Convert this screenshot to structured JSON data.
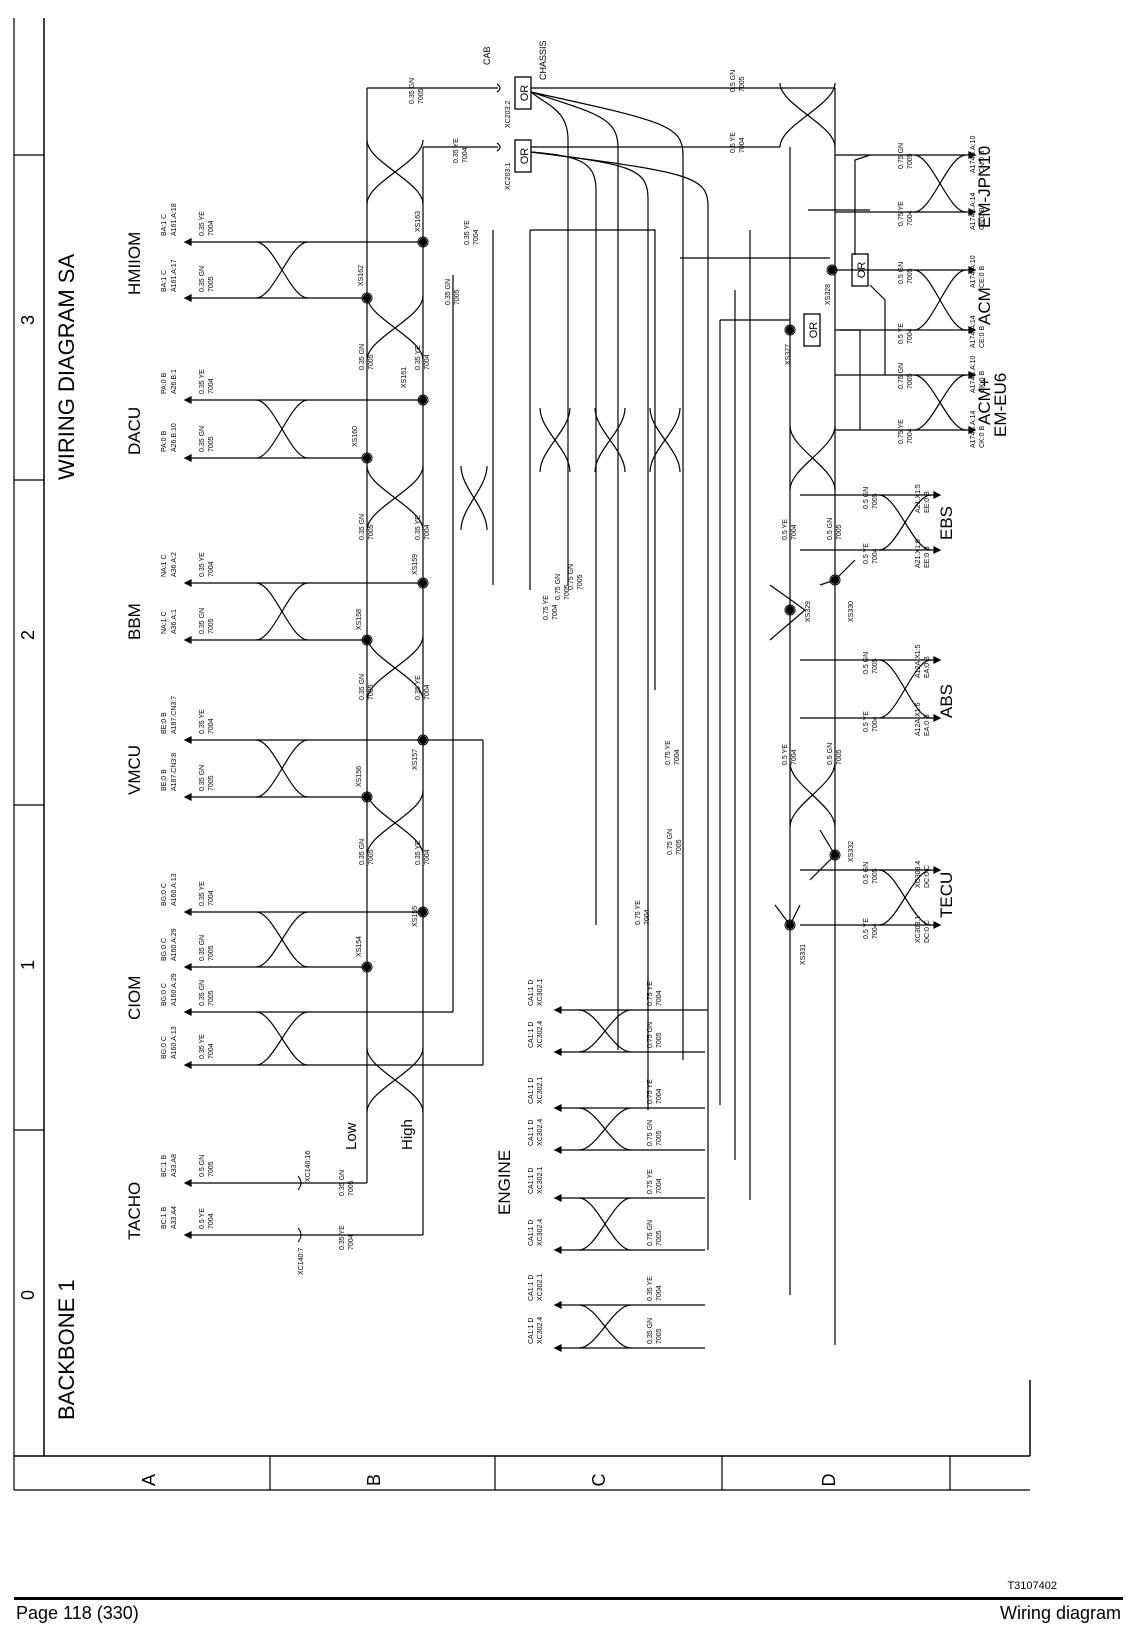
{
  "page": {
    "diagram_title": "WIRING DIAGRAM SA",
    "backbone_title": "BACKBONE 1",
    "figure_code": "T3107402",
    "footer_left": "Page 118 (330)",
    "footer_right": "Wiring diagram"
  },
  "grid": {
    "columns": [
      "0",
      "1",
      "2",
      "3"
    ],
    "rows": [
      "A",
      "B",
      "C",
      "D"
    ]
  },
  "labels": {
    "cab": "CAB",
    "chassis": "CHASSIS",
    "low": "Low",
    "high": "High",
    "xc203_2": "XC203:2",
    "xc203_1": "XC203:1",
    "or": "OR",
    "w_035gn_top": "0.35 GN",
    "w_7005_top": "7005",
    "w_035ye_top": "0.35 YE",
    "w_7004_top": "7004",
    "w_05gn_top": "0.5 GN",
    "w_05ye_top": "0.5 YE"
  },
  "ecus": [
    {
      "name": "HMIIOM",
      "pins": [
        {
          "conn": "BA:1 C",
          "pin": "A161.A:17",
          "wire": "0.35 GN",
          "code": "7005"
        },
        {
          "conn": "BA:1 C",
          "pin": "A161.A:18",
          "wire": "0.35 YE",
          "code": "7004"
        }
      ]
    },
    {
      "name": "DACU",
      "pins": [
        {
          "conn": "PA:0 B",
          "pin": "A26.B:10",
          "wire": "0.35 GN",
          "code": "7005"
        },
        {
          "conn": "PA:0 B",
          "pin": "A26.B:1",
          "wire": "0.35 YE",
          "code": "7004"
        }
      ]
    },
    {
      "name": "BBM",
      "pins": [
        {
          "conn": "NA:1 C",
          "pin": "A36.A:1",
          "wire": "0.35 GN",
          "code": "7005"
        },
        {
          "conn": "NA:1 C",
          "pin": "A36.A:2",
          "wire": "0.35 YE",
          "code": "7004"
        }
      ]
    },
    {
      "name": "VMCU",
      "pins": [
        {
          "conn": "BE:0 B",
          "pin": "A187.CN3:8",
          "wire": "0.35 GN",
          "code": "7005"
        },
        {
          "conn": "BE:0 B",
          "pin": "A187.CN3:7",
          "wire": "0.35 YE",
          "code": "7004"
        }
      ]
    },
    {
      "name": "CIOM",
      "pins": [
        {
          "conn": "BG:0 C",
          "pin": "A160.A:13",
          "wire": "0.35 YE",
          "code": "7004"
        },
        {
          "conn": "BG:0 C",
          "pin": "A160.A:29",
          "wire": "0.35 GN",
          "code": "7005"
        },
        {
          "conn": "BG:0 C",
          "pin": "A160.A:29",
          "wire": "0.35 GN",
          "code": "7005"
        },
        {
          "conn": "BG:0 C",
          "pin": "A160.A:13",
          "wire": "0.35 YE",
          "code": "7004"
        }
      ]
    },
    {
      "name": "TACHO",
      "pins": [
        {
          "conn": "BC:1 B",
          "pin": "A33.A8",
          "wire": "0.5 GN",
          "code": "7005"
        },
        {
          "conn": "BC:1 B",
          "pin": "A33.A4",
          "wire": "0.5 YE",
          "code": "7004"
        }
      ]
    }
  ],
  "tacho_connectors": [
    "XC140:16",
    "XC140:7"
  ],
  "tacho_wires": [
    {
      "wire": "0.35 GN",
      "code": "7005"
    },
    {
      "wire": "0.35 YE",
      "code": "7004"
    }
  ],
  "splices_b": [
    "XS163",
    "XS162",
    "XS161",
    "XS160",
    "XS159",
    "XS158",
    "XS157",
    "XS156",
    "XS155",
    "XS154"
  ],
  "b_wire_labels": [
    {
      "wire": "0.35 GN",
      "code": "7005"
    },
    {
      "wire": "0.35 YE",
      "code": "7004"
    },
    {
      "wire": "0.35 GN",
      "code": "7005"
    },
    {
      "wire": "0.35 YE",
      "code": "7004"
    },
    {
      "wire": "0.35 GN",
      "code": "7005"
    },
    {
      "wire": "0.35 YE",
      "code": "7004"
    },
    {
      "wire": "0.35 GN",
      "code": "7005"
    },
    {
      "wire": "0.35 YE",
      "code": "7004"
    },
    {
      "wire": "0.35 GN",
      "code": "7005"
    },
    {
      "wire": "0.35 YE",
      "code": "7004"
    }
  ],
  "engine": {
    "name": "ENGINE",
    "groups": [
      {
        "pins": [
          {
            "conn": "CA1:1 D",
            "pin": "XC302.1",
            "wire": "0.75 YE",
            "code": "7004"
          },
          {
            "conn": "CA1:1 D",
            "pin": "XC302.4",
            "wire": "0.75 GN",
            "code": "7005"
          }
        ]
      },
      {
        "pins": [
          {
            "conn": "CA1:1 D",
            "pin": "XC302.1",
            "wire": "0.75 YE",
            "code": "7004"
          },
          {
            "conn": "CA1:1 D",
            "pin": "XC302.4",
            "wire": "0.75 GN",
            "code": "7005"
          }
        ]
      },
      {
        "pins": [
          {
            "conn": "CA1:1 D",
            "pin": "XC302.1",
            "wire": "0.75 YE",
            "code": "7004"
          },
          {
            "conn": "CA1:1 D",
            "pin": "XC302.4",
            "wire": "0.75 GN",
            "code": "7005"
          }
        ]
      },
      {
        "pins": [
          {
            "conn": "CA1:1 D",
            "pin": "XC302.1",
            "wire": "0.35 YE",
            "code": "7004"
          },
          {
            "conn": "CA1:1 D",
            "pin": "XC302.4",
            "wire": "0.35 GN",
            "code": "7005"
          }
        ]
      }
    ]
  },
  "c_wire_labels": [
    {
      "wire": "0.75 YE",
      "code": "7004"
    },
    {
      "wire": "0.75 GN",
      "code": "7005"
    },
    {
      "wire": "0.75 GN",
      "code": "7005"
    },
    {
      "wire": "0.75 YE",
      "code": "7004"
    },
    {
      "wire": "0.75 GN",
      "code": "7005"
    },
    {
      "wire": "0.75 YE",
      "code": "7004"
    }
  ],
  "right_ecus": [
    {
      "name": "EM-JPN10",
      "pins": [
        {
          "pin": "A174B.A:10",
          "conn": "CN:0 B",
          "wire": "0.75 GN",
          "code": "7005"
        },
        {
          "pin": "A174B.A:14",
          "conn": "CN:0 B",
          "wire": "0.75 YE",
          "code": "7004"
        }
      ]
    },
    {
      "name": "ACM",
      "pins": [
        {
          "pin": "A174.A:10",
          "conn": "CE:0 B",
          "wire": "0.5 GN",
          "code": "7005"
        },
        {
          "pin": "A174.A:14",
          "conn": "CE:0 B",
          "wire": "0.5 YE",
          "code": "7004"
        }
      ]
    },
    {
      "name": "ACM+",
      "sub": "EM-EU6",
      "pins": [
        {
          "pin": "A174B.A:10",
          "conn": "CK:0 B",
          "wire": "0.75 GN",
          "code": "7005"
        },
        {
          "pin": "A174B.A:14",
          "conn": "CK:0 B",
          "wire": "0.75 YE",
          "code": "7004"
        }
      ]
    },
    {
      "name": "EBS",
      "pins": [
        {
          "pin": "A21.X1:5",
          "conn": "EE:0 B",
          "wire": "0.5 GN",
          "code": "7005"
        },
        {
          "pin": "A21.X1:6",
          "conn": "EE:0 B",
          "wire": "0.5 YE",
          "code": "7004"
        }
      ]
    },
    {
      "name": "ABS",
      "pins": [
        {
          "pin": "A12A.X1:5",
          "conn": "EA:0 B",
          "wire": "0.5 GN",
          "code": "7005"
        },
        {
          "pin": "A12A.X1:6",
          "conn": "EA:0 B",
          "wire": "0.5 YE",
          "code": "7004"
        }
      ]
    },
    {
      "name": "TECU",
      "pins": [
        {
          "pin": "XC303.4",
          "conn": "DC:0 C",
          "wire": "0.5 GN",
          "code": "7005"
        },
        {
          "pin": "XC303.1",
          "conn": "DC:0 C",
          "wire": "0.5 YE",
          "code": "7004"
        }
      ]
    }
  ],
  "splices_d": [
    "XS328",
    "XS327",
    "XS329",
    "XS330",
    "XS332",
    "XS331"
  ],
  "d_wire_labels": [
    {
      "wire": "0.5 YE",
      "code": "7004"
    },
    {
      "wire": "0.5 GN",
      "code": "7005"
    },
    {
      "wire": "0.5 YE",
      "code": "7004"
    },
    {
      "wire": "0.5 GN",
      "code": "7005"
    }
  ]
}
